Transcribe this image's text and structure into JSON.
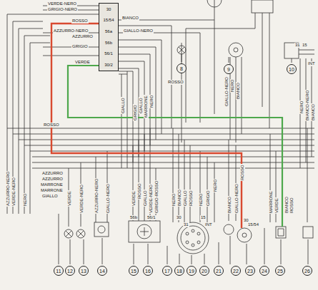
{
  "diagram": {
    "nodes": [
      {
        "text": [
          "30",
          "15/54",
          "56a",
          "56b",
          "56/1",
          "30/2"
        ]
      },
      {
        "text": [
          "8"
        ]
      },
      {
        "text": [
          "9"
        ]
      },
      {
        "text": [
          "10"
        ]
      },
      {
        "text": [
          "11"
        ]
      },
      {
        "text": [
          "12"
        ]
      },
      {
        "text": [
          "13"
        ]
      },
      {
        "text": [
          "14"
        ]
      },
      {
        "text": [
          "15"
        ]
      },
      {
        "text": [
          "16"
        ]
      },
      {
        "text": [
          "17"
        ]
      },
      {
        "text": [
          "18"
        ]
      },
      {
        "text": [
          "19"
        ]
      },
      {
        "text": [
          "20"
        ]
      },
      {
        "text": [
          "21"
        ]
      },
      {
        "text": [
          "22"
        ]
      },
      {
        "text": [
          "23"
        ]
      },
      {
        "text": [
          "24"
        ]
      },
      {
        "text": [
          "25"
        ]
      },
      {
        "text": [
          "26"
        ]
      }
    ],
    "labels": [
      "VERDE-NERO",
      "GRIGIO-NERO",
      "ROSSO",
      "AZZURRO-NERO",
      "AZZURRO",
      "GRIGIO",
      "VERDE",
      "BIANCO",
      "GIALLO-NERO",
      "GIALLO",
      "GRIGIO",
      "GIALLO",
      "MARRONE",
      "NERO",
      "ROSSO",
      "GIALLO-NERO",
      "NERO",
      "BIANCO",
      "NERO",
      "BIANCO-NERO",
      "BIANCO",
      "31",
      "15",
      "INT",
      "ROSSO",
      "AZZURRO",
      "AZZURRO",
      "MARRONE",
      "MARRONE",
      "GIALLO",
      "AZZURRO-NERO",
      "VERDE-NERO",
      "NERO",
      "VERDE",
      "VERDE-NERO",
      "AZZURRO-NERO",
      "GIALLO-NERO",
      "VERDE",
      "ROSSO",
      "GIALLO",
      "VERDE-NERO",
      "GRIGIO-ROSSO",
      "56b",
      "56/1",
      "NERO",
      "BIANCO",
      "GIALLO",
      "ROSSO",
      "NERO",
      "GRIGIO",
      "NERO",
      "30",
      "31",
      "15",
      "INT",
      "BIANCO",
      "GIALLO-NERO",
      "ROSSO",
      "30",
      "15/54",
      "MARRONE",
      "VERDE",
      "BIANCO",
      "ROSSO"
    ]
  }
}
